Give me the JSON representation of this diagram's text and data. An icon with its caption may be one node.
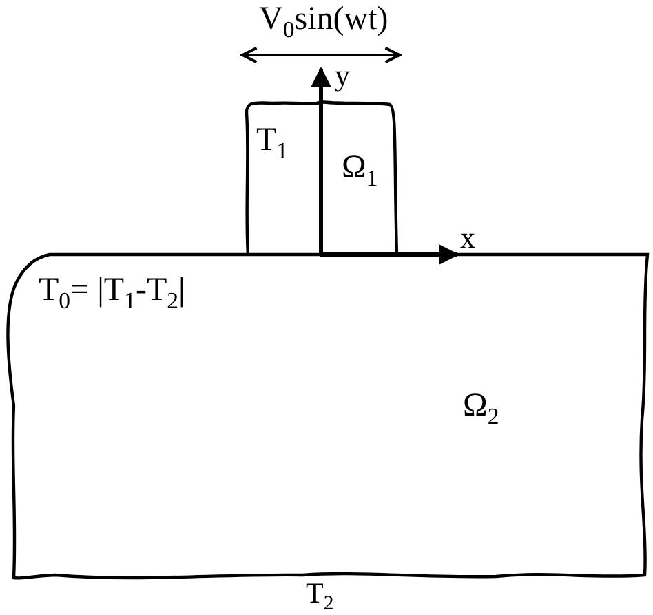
{
  "diagram": {
    "nodes": [
      {
        "text": [
          "T$_{1}$",
          "Ω$_{1}$"
        ]
      },
      {
        "text": [
          "T$_{0}$= |T$_{1}$-T$_{2}$|",
          "Ω$_{2}$",
          "T$_{2}$"
        ]
      }
    ],
    "labels": [
      "V$_{0}$sin(wt)",
      "y",
      "x"
    ]
  }
}
